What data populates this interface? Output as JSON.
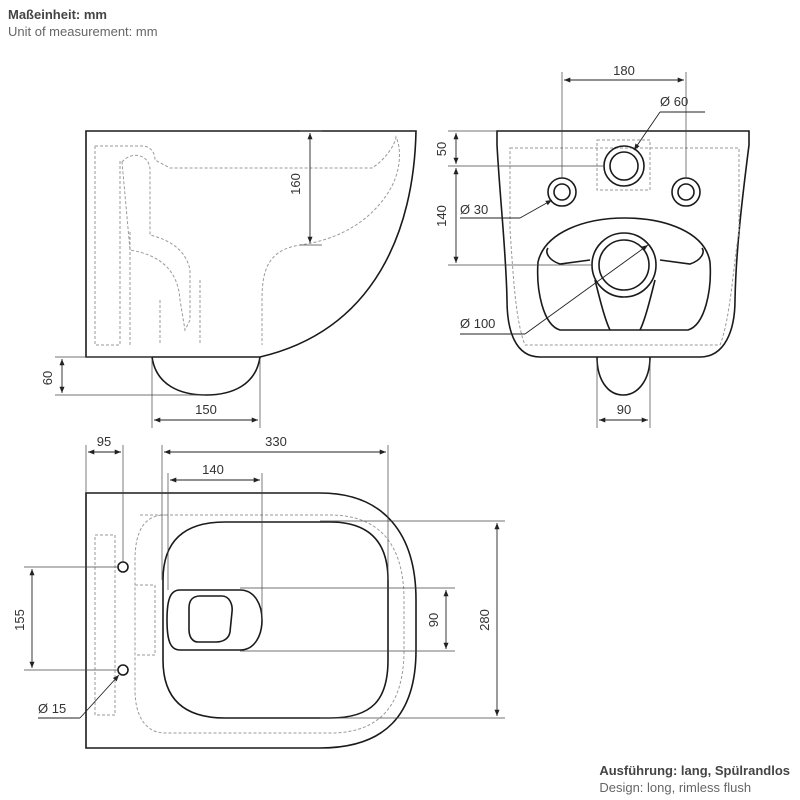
{
  "header": {
    "unit_label_de": "Maßeinheit: mm",
    "unit_label_en": "Unit of measurement: mm"
  },
  "footer": {
    "design_de": "Ausführung: lang, Spülrandlos",
    "design_en": "Design: long, rimless flush"
  },
  "side_view": {
    "dim_height_bowl": "160",
    "dim_outlet_height": "60",
    "dim_outlet_width": "150"
  },
  "rear_view": {
    "dim_bolt_spacing": "180",
    "dim_water_inlet": "Ø 60",
    "dim_top_offset": "50",
    "dim_bolt_to_outlet": "140",
    "dim_bolt_hole": "Ø 30",
    "dim_outlet_diameter": "Ø 100",
    "dim_outlet_width": "90"
  },
  "top_view": {
    "dim_back_to_holes": "95",
    "dim_total_length": "330",
    "dim_to_opening": "140",
    "dim_hole_spacing": "155",
    "dim_opening_width": "90",
    "dim_total_width": "280",
    "dim_hole_diameter": "Ø 15"
  }
}
